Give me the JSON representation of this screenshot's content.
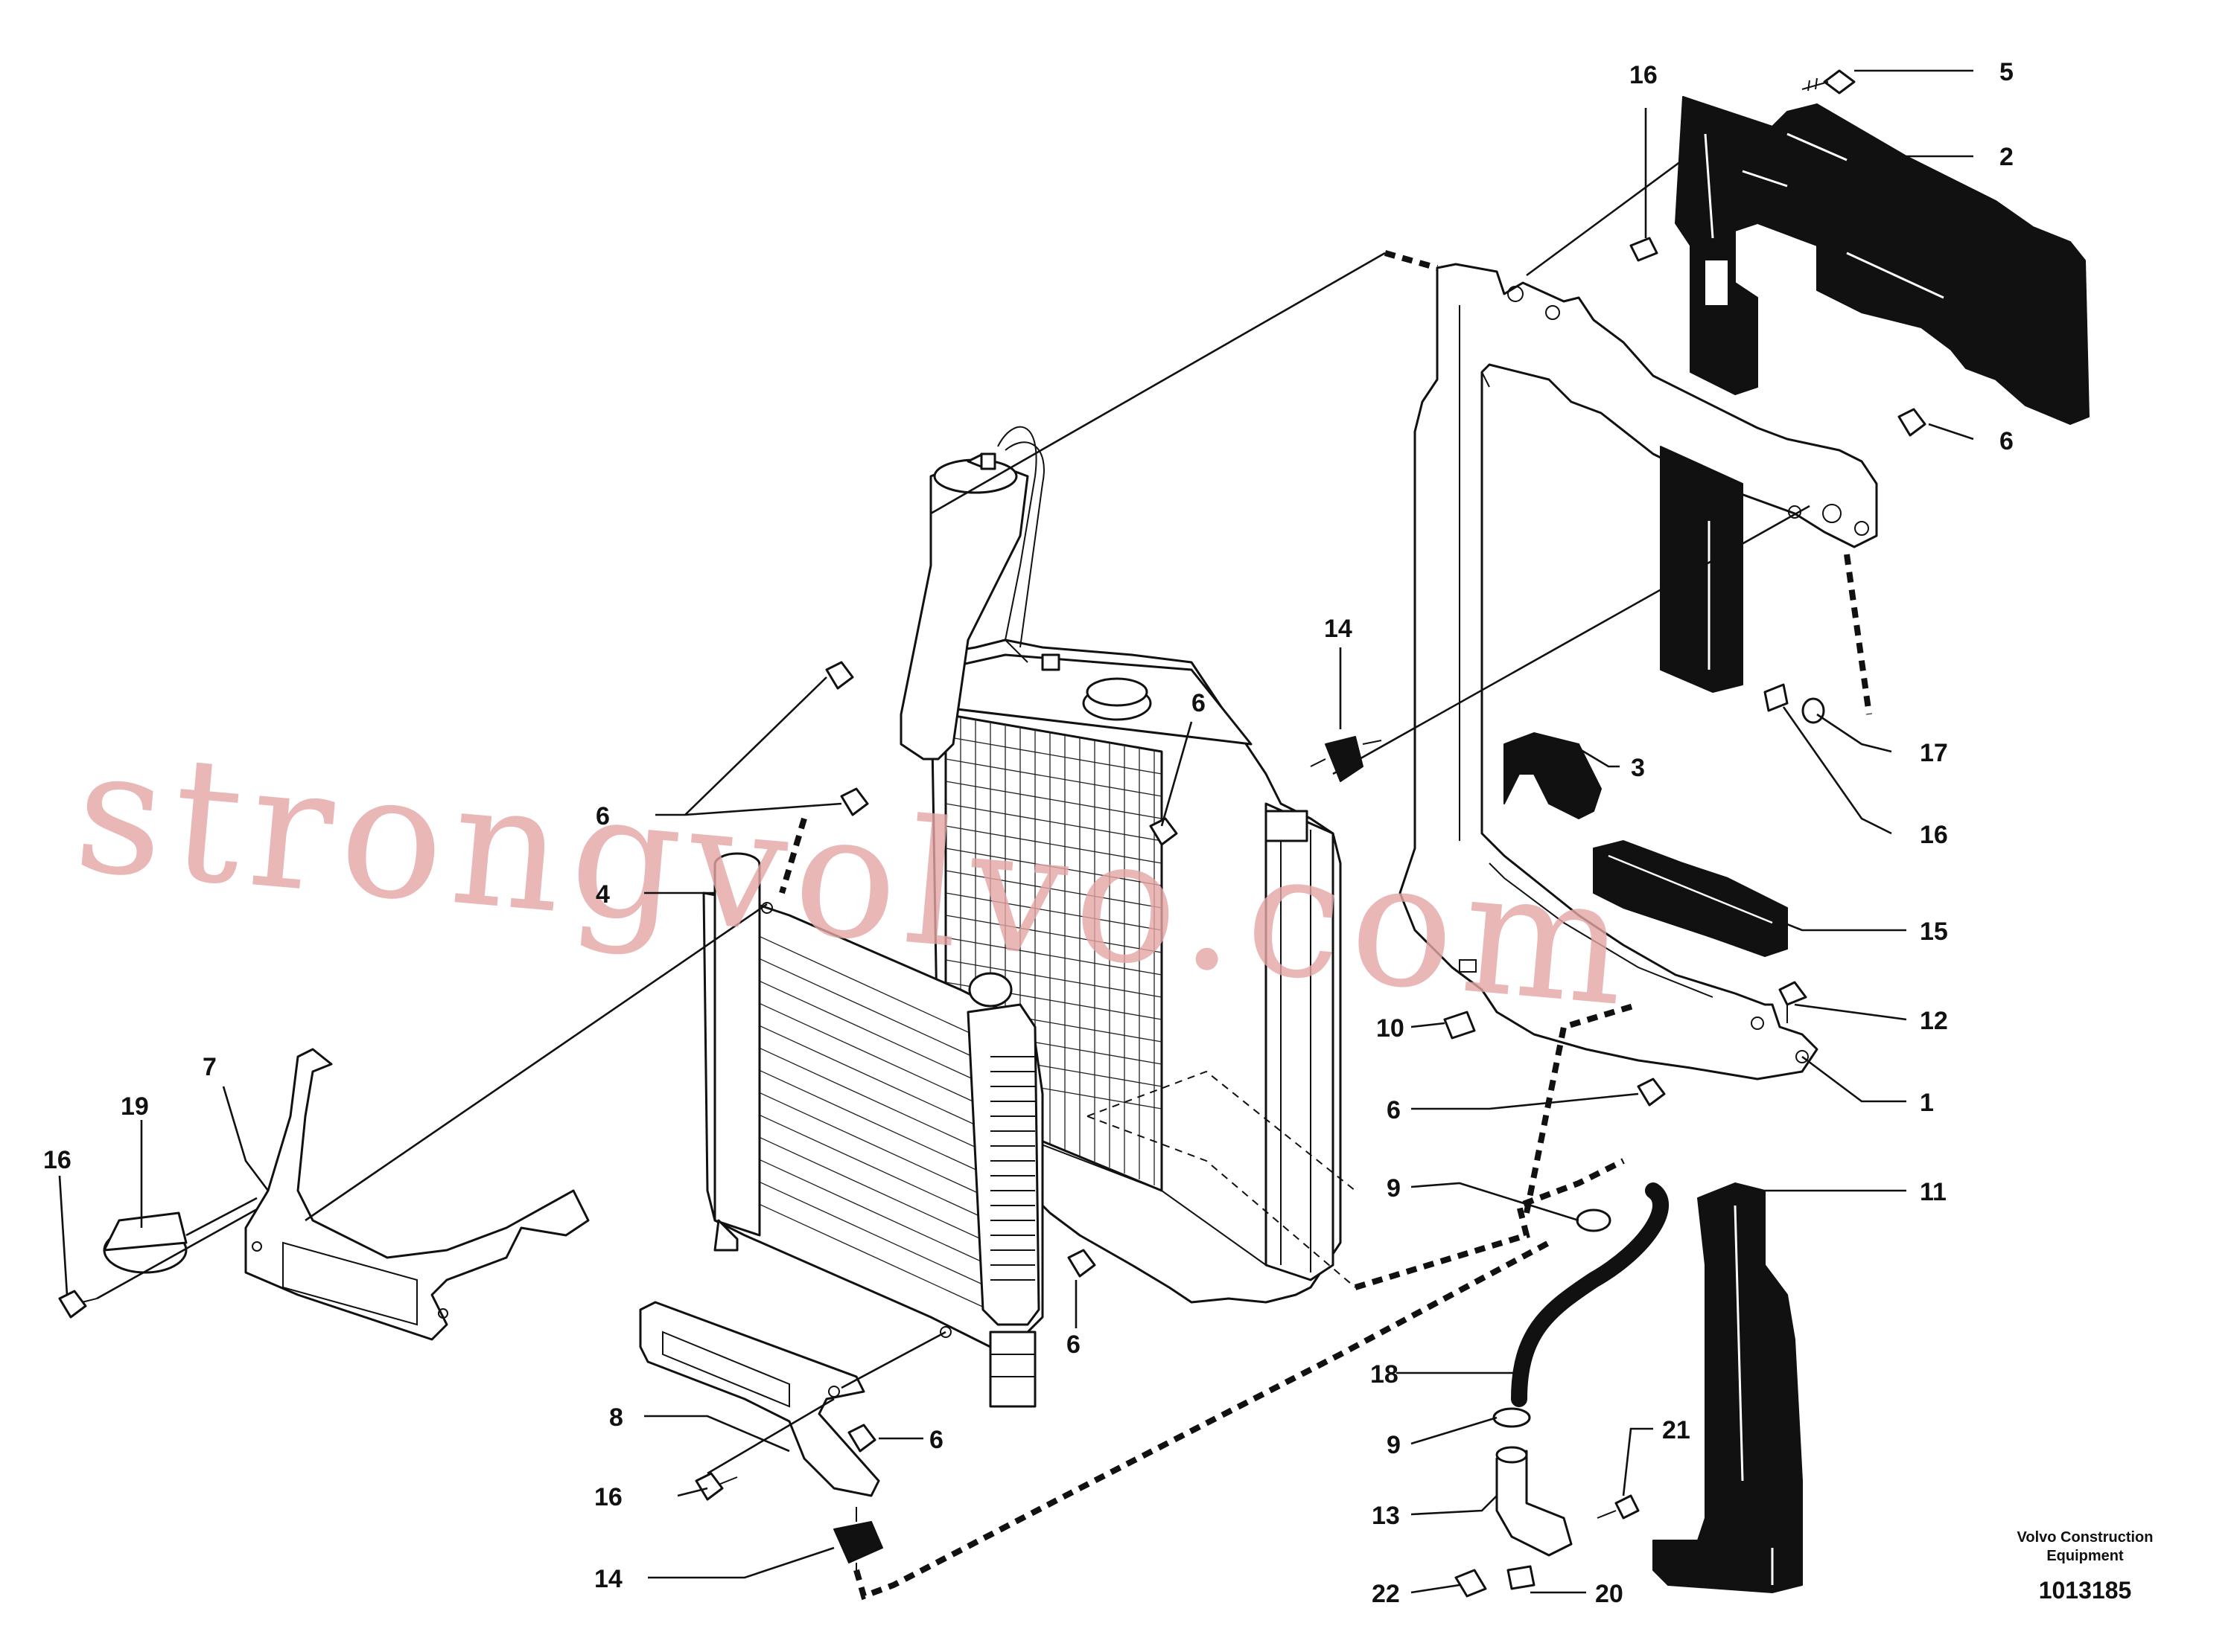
{
  "watermark": "strongvolvo.com",
  "manufacturer_line1": "Volvo Construction",
  "manufacturer_line2": "Equipment",
  "drawing_number": "1013185",
  "callouts": {
    "c5": "5",
    "c2": "2",
    "c16_top": "16",
    "c6_top": "6",
    "c17": "17",
    "c16_right": "16",
    "c3": "3",
    "c15": "15",
    "c12": "12",
    "c1": "1",
    "c11": "11",
    "c14_top": "14",
    "c6_center": "6",
    "c6_left": "6",
    "c4": "4",
    "c7": "7",
    "c19": "19",
    "c16_left": "16",
    "c10": "10",
    "c6_mid": "6",
    "c9_top": "9",
    "c6_lower": "6",
    "c18": "18",
    "c8": "8",
    "c6_bottom": "6",
    "c9_bottom": "9",
    "c21": "21",
    "c16_bottom": "16",
    "c13": "13",
    "c14_bottom": "14",
    "c22": "22",
    "c20": "20"
  }
}
